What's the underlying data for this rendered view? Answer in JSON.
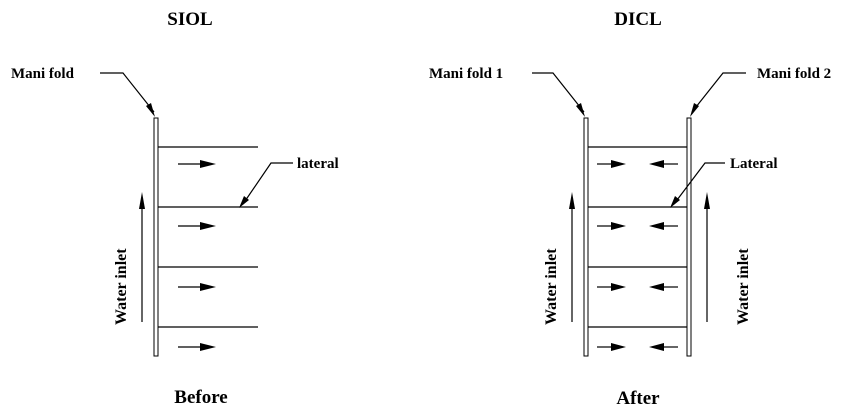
{
  "left_panel": {
    "title": "SIOL",
    "caption": "Before",
    "manifold_label": "Mani fold",
    "lateral_label": "lateral",
    "inlet_label": "Water inlet"
  },
  "right_panel": {
    "title": "DICL",
    "caption": "After",
    "manifold1_label": "Mani fold 1",
    "manifold2_label": "Mani fold 2",
    "lateral_label": "Lateral",
    "inlet_label_left": "Water inlet",
    "inlet_label_right": "Water inlet"
  },
  "colors": {
    "line": "#000000",
    "background": "#ffffff"
  }
}
